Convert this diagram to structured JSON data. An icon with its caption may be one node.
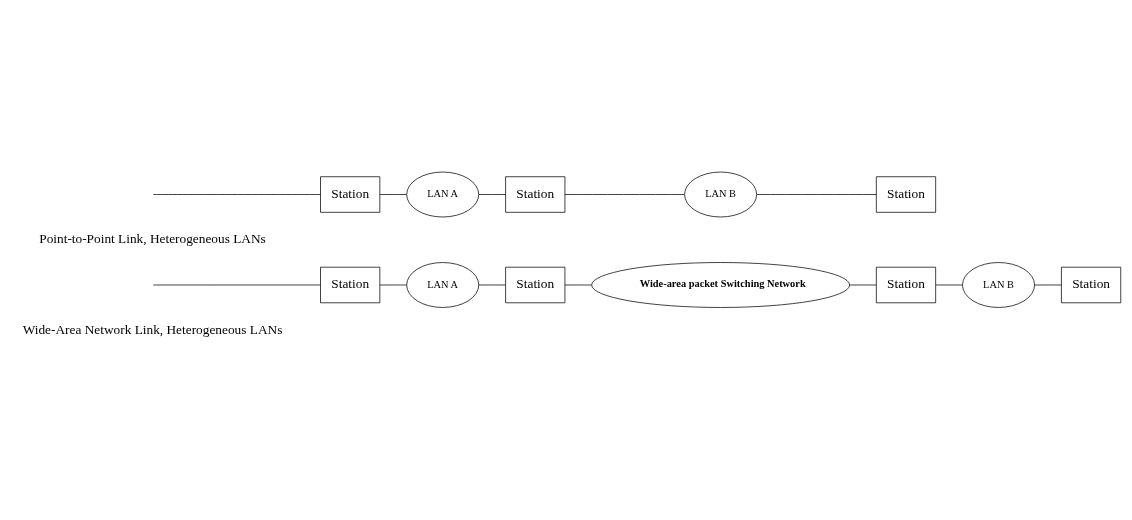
{
  "diagram": {
    "nodes": [
      {
        "text": [
          "Station"
        ]
      },
      {
        "text": [
          "LAN A"
        ]
      },
      {
        "text": [
          "Station"
        ]
      },
      {
        "text": [
          "LAN B"
        ]
      },
      {
        "text": [
          "Station"
        ]
      },
      {
        "text": [
          "Station"
        ]
      },
      {
        "text": [
          "LAN A"
        ]
      },
      {
        "text": [
          "Station"
        ]
      },
      {
        "text": [
          "Wide-area packet Switching Network"
        ]
      },
      {
        "text": [
          "Station"
        ]
      },
      {
        "text": [
          "LAN B"
        ]
      },
      {
        "text": [
          "Station"
        ]
      }
    ],
    "edges": [
      {
        "from": null,
        "to": 0,
        "arrow": "none"
      },
      {
        "from": 0,
        "to": 1,
        "arrow": "none"
      },
      {
        "from": 1,
        "to": 2,
        "arrow": "none"
      },
      {
        "from": 2,
        "to": 3,
        "arrow": "none"
      },
      {
        "from": 3,
        "to": 4,
        "arrow": "none"
      },
      {
        "from": null,
        "to": 5,
        "arrow": "none"
      },
      {
        "from": 5,
        "to": 6,
        "arrow": "none"
      },
      {
        "from": 6,
        "to": 7,
        "arrow": "none"
      },
      {
        "from": 7,
        "to": 8,
        "arrow": "none"
      },
      {
        "from": 8,
        "to": 9,
        "arrow": "none"
      },
      {
        "from": 9,
        "to": 10,
        "arrow": "none"
      },
      {
        "from": 10,
        "to": 11,
        "arrow": "none"
      }
    ],
    "labels": [
      "Point-to-Point Link, Heterogeneous LANs",
      "Wide-Area Network Link, Heterogeneous LANs"
    ]
  }
}
